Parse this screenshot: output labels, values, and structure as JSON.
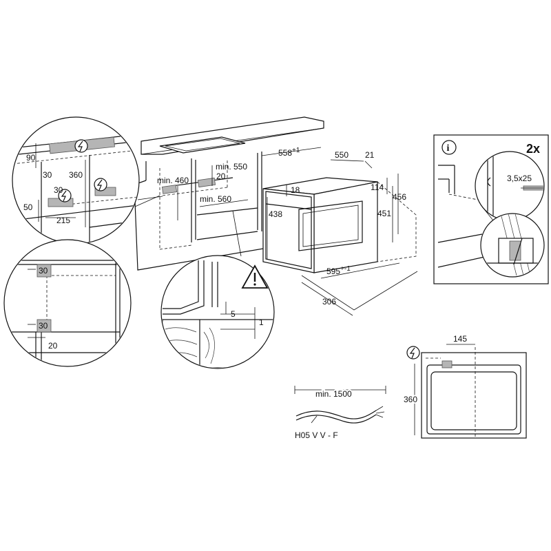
{
  "kitchen": {
    "top_90": "90",
    "top_30": "30",
    "top_360": "360",
    "mid_30": "30",
    "mid_50": "50",
    "mid_215": "215",
    "min_550": "min. 550",
    "min_460": "min. 460",
    "d_20": "20",
    "min_560": "min. 560"
  },
  "oven": {
    "w_558": "558",
    "w_558_sup": "+1",
    "d_550": "550",
    "d_21": "21",
    "h_18": "18",
    "h_114": "114",
    "h_456": "456",
    "h_438": "438",
    "h_451": "451",
    "w_595": "595",
    "w_595_sup": "+-1",
    "d_306": "306"
  },
  "side_detail": {
    "d_30_top": "30",
    "d_30_bot": "30",
    "d_20": "20"
  },
  "shelf_detail": {
    "d_5": "5",
    "d_1": "1"
  },
  "info_panel": {
    "count": "2x",
    "screw": "3,5x25",
    "info_glyph": "i"
  },
  "cable": {
    "length": "min. 1500",
    "type": "H05 V V - F"
  },
  "socket": {
    "d_145": "145",
    "d_360": "360"
  },
  "icons": [
    "electric-symbol-icon",
    "warning-icon",
    "info-icon"
  ]
}
